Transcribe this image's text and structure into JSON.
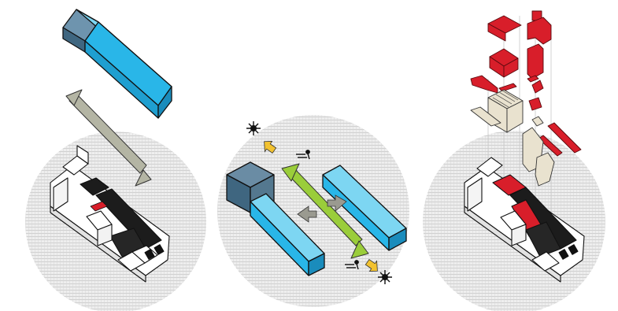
{
  "panels": [
    {
      "name": "panel-existing-building",
      "annotations": []
    },
    {
      "name": "panel-volume-orientation",
      "annotations": []
    },
    {
      "name": "panel-exploded-interventions",
      "annotations": []
    }
  ],
  "colors": {
    "volume_blue": "#29b6e8",
    "volume_blue_top": "#7dd6f2",
    "volume_dark_cap": "#48708a",
    "arrow_gray": "#a8a896",
    "arrow_green": "#9acd3a",
    "sun_yellow": "#f2c230",
    "intervention_red": "#d81e2a",
    "site_circle": "#e6e6e6",
    "building_white": "#ffffff",
    "floor_dark": "#1c1c1c",
    "structure_beige": "#e9e2cf"
  },
  "icons": [
    "sun-icon",
    "wind-icon",
    "person-icon",
    "double-arrow-icon"
  ]
}
